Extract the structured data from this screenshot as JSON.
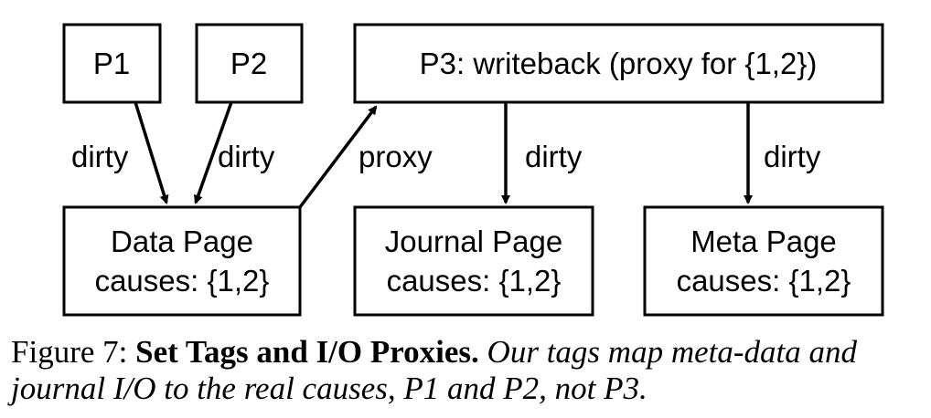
{
  "nodes": {
    "p1": {
      "label": "P1"
    },
    "p2": {
      "label": "P2"
    },
    "p3": {
      "label": "P3: writeback (proxy for {1,2})"
    },
    "data_page": {
      "line1": "Data Page",
      "line2": "causes: {1,2}"
    },
    "journal_page": {
      "line1": "Journal Page",
      "line2": "causes: {1,2}"
    },
    "meta_page": {
      "line1": "Meta Page",
      "line2": "causes: {1,2}"
    }
  },
  "edges": {
    "p1_to_data": {
      "label": "dirty"
    },
    "p2_to_data": {
      "label": "dirty"
    },
    "data_to_p3": {
      "label": "proxy"
    },
    "p3_to_journal": {
      "label": "dirty"
    },
    "p3_to_meta": {
      "label": "dirty"
    }
  },
  "caption": {
    "number": "Figure 7:",
    "title": "Set Tags and I/O Proxies.",
    "description": "Our tags map meta-data and journal I/O to the real causes, P1 and P2, not P3."
  }
}
